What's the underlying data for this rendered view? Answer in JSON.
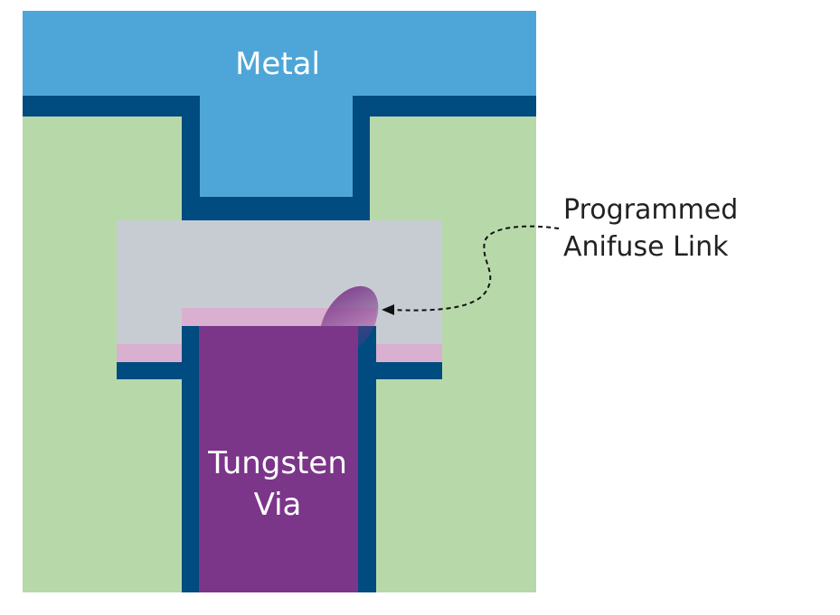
{
  "labels": {
    "metal": "Metal",
    "via_line1": "Tungsten",
    "via_line2": "Via",
    "callout_line1": "Programmed",
    "callout_line2": "Anifuse Link"
  },
  "colors": {
    "background": "#ffffff",
    "dielectric": "#b7d9aa",
    "metal": "#4ea6d8",
    "barrier": "#004b7f",
    "antifuse_layer": "#c7ccd3",
    "thin_film": "#d9b0d0",
    "tungsten": "#7b3589",
    "label_light": "#ffffff",
    "label_dark": "#222222"
  }
}
